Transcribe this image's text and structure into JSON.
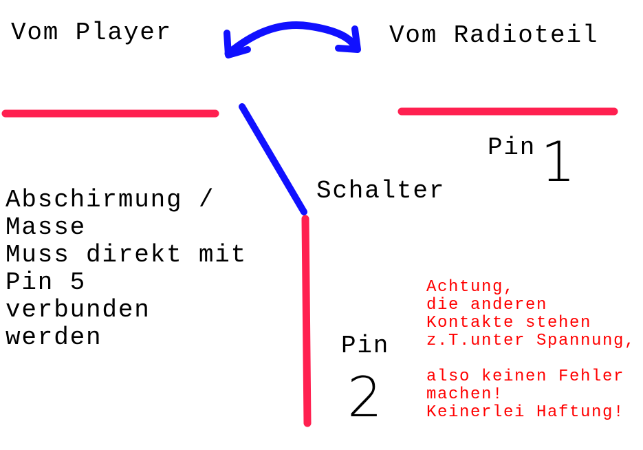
{
  "labels": {
    "from_player": "Vom Player",
    "from_radio": "Vom Radioteil",
    "switch": "Schalter",
    "pin1_label": "Pin",
    "pin1_number": "1",
    "pin2_label": "Pin",
    "pin2_number": "2",
    "shield_lines": [
      "Abschirmung /",
      "Masse",
      "Muss direkt mit",
      "Pin 5",
      "verbunden",
      "werden"
    ],
    "warning_lines": [
      "Achtung,",
      "die anderen",
      "Kontakte stehen",
      "z.T.unter Spannung,",
      "",
      "also keinen Fehler",
      "machen!",
      "Keinerlei Haftung!"
    ]
  },
  "colors": {
    "wire": "#ff2050",
    "switch": "#1010ff",
    "warning": "#ff0000"
  }
}
